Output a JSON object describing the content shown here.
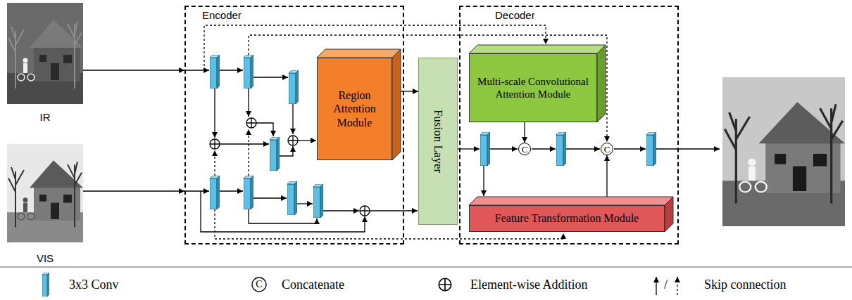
{
  "diagram": {
    "nodes": [
      {
        "text": [
          "IR"
        ]
      },
      {
        "text": [
          "VIS"
        ]
      },
      {
        "text": [
          "Encoder"
        ]
      },
      {
        "text": [
          "Region Attention Module"
        ],
        "in": 2
      },
      {
        "text": [
          "Fusion Layer"
        ]
      },
      {
        "text": [
          "Decoder"
        ]
      },
      {
        "text": [
          "Multi-scale Convolutional Attention Module"
        ],
        "in": 5
      },
      {
        "text": [
          "C"
        ],
        "in": 5
      },
      {
        "text": [
          "C"
        ],
        "in": 5
      },
      {
        "text": [
          "Feature Transformation Module"
        ],
        "in": 5
      }
    ],
    "edges": [
      {
        "from": 0,
        "to": 2,
        "arrow": "to"
      },
      {
        "from": 1,
        "to": 2,
        "arrow": "to"
      },
      {
        "from": 3,
        "to": 4,
        "arrow": "to"
      },
      {
        "from": 6,
        "to": 7,
        "arrow": "to"
      },
      {
        "from": 9,
        "to": 8,
        "arrow": "to"
      }
    ],
    "labels": [
      "C",
      "/"
    ],
    "legend": [
      {
        "text": "3x3 Conv"
      },
      {
        "text": "Concatenate"
      },
      {
        "text": "Element-wise Addition"
      },
      {
        "text": "Skip connection"
      }
    ]
  }
}
